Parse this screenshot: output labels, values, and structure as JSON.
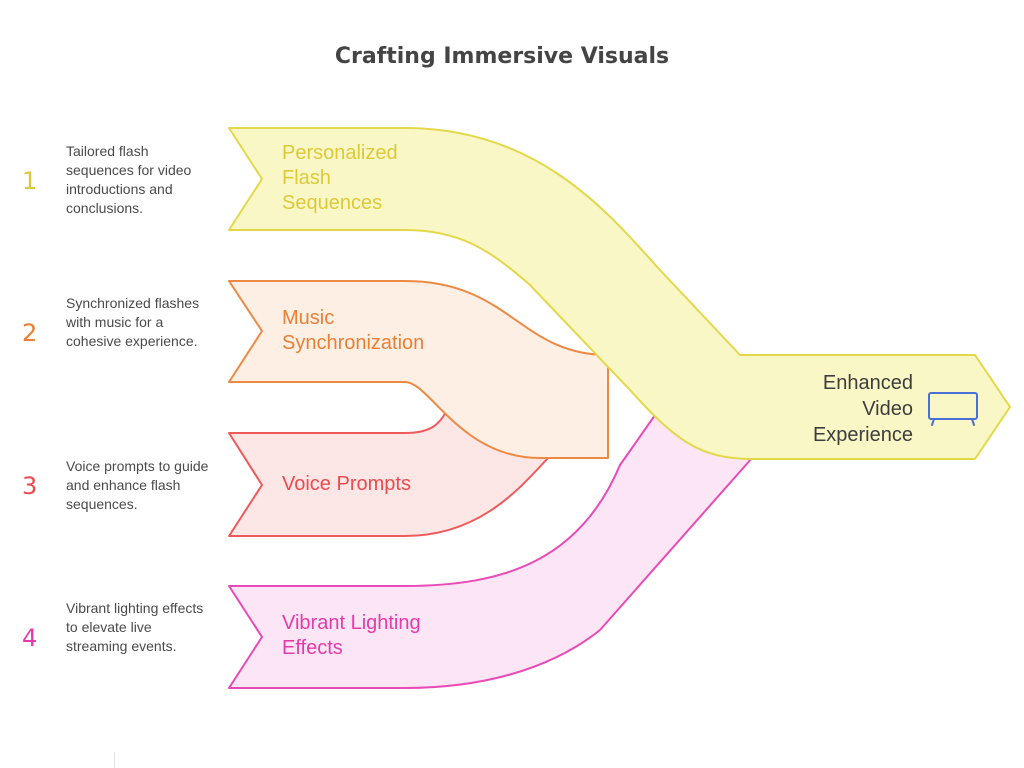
{
  "title": "Crafting Immersive Visuals",
  "items": [
    {
      "number": "1",
      "label": "Personalized Flash Sequences",
      "description": "Tailored flash sequences for video introductions and conclusions.",
      "fill": "#FAF7C6",
      "stroke": "#E3D84A",
      "text_color": "#DCC93A"
    },
    {
      "number": "2",
      "label": "Music Synchronization",
      "description": "Synchronized flashes with music for a cohesive experience.",
      "fill": "#FDEFE3",
      "stroke": "#EC8A45",
      "text_color": "#E97F35"
    },
    {
      "number": "3",
      "label": "Voice Prompts",
      "description": "Voice prompts to guide and enhance flash sequences.",
      "fill": "#FDE7E6",
      "stroke": "#EE5A5A",
      "text_color": "#EC4A4F"
    },
    {
      "number": "4",
      "label": "Vibrant Lighting Effects",
      "description": "Vibrant lighting effects to elevate live streaming events.",
      "fill": "#FCE5F4",
      "stroke": "#E84BB5",
      "text_color": "#E43AAA"
    }
  ],
  "output": {
    "label": "Enhanced Video Experience",
    "icon": "tv-icon",
    "icon_color": "#4A6FD6",
    "fill": "#FAF7C6",
    "stroke": "#E3D84A"
  }
}
